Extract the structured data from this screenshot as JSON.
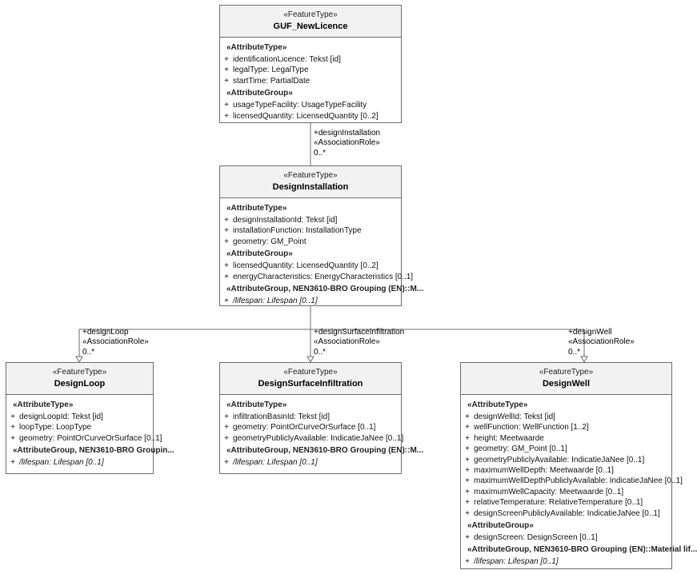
{
  "diagram": {
    "title": "UML class diagram",
    "classes": [
      {
        "id": "guf_newlicence",
        "stereotype": "«FeatureType»",
        "name": "GUF_NewLicence",
        "sections": [
          {
            "label": "«AttributeType»",
            "rows": [
              {
                "vis": "+",
                "text": "identificationLicence: Tekst [id]"
              },
              {
                "vis": "+",
                "text": "legalType: LegalType"
              },
              {
                "vis": "+",
                "text": "startTime: PartialDate"
              }
            ]
          },
          {
            "label": "«AttributeGroup»",
            "rows": [
              {
                "vis": "+",
                "text": "usageTypeFacility: UsageTypeFacility"
              },
              {
                "vis": "+",
                "text": "licensedQuantity: LicensedQuantity [0..2]"
              }
            ]
          }
        ]
      },
      {
        "id": "designinstallation",
        "stereotype": "«FeatureType»",
        "name": "DesignInstallation",
        "sections": [
          {
            "label": "«AttributeType»",
            "rows": [
              {
                "vis": "+",
                "text": "designInstallationId: Tekst [id]"
              },
              {
                "vis": "+",
                "text": "installationFunction: InstallationType"
              },
              {
                "vis": "+",
                "text": "geometry: GM_Point"
              }
            ]
          },
          {
            "label": "«AttributeGroup»",
            "rows": [
              {
                "vis": "+",
                "text": "licensedQuantity: LicensedQuantity [0..2]"
              },
              {
                "vis": "+",
                "text": "energyCharacteristics: EnergyCharacteristics [0..1]"
              }
            ]
          },
          {
            "label": "«AttributeGroup, NEN3610-BRO Grouping (EN)::M...",
            "rows": [
              {
                "vis": "+",
                "text": "/lifespan: Lifespan [0..1]",
                "italic": true
              }
            ]
          }
        ]
      },
      {
        "id": "designloop",
        "stereotype": "«FeatureType»",
        "name": "DesignLoop",
        "sections": [
          {
            "label": "«AttributeType»",
            "rows": [
              {
                "vis": "+",
                "text": "designLoopId: Tekst [id]"
              },
              {
                "vis": "+",
                "text": "loopType: LoopType"
              },
              {
                "vis": "+",
                "text": "geometry: PointOrCurveOrSurface [0..1]"
              }
            ]
          },
          {
            "label": "«AttributeGroup, NEN3610-BRO Groupin...",
            "rows": [
              {
                "vis": "+",
                "text": "/lifespan: Lifespan [0..1]",
                "italic": true
              }
            ]
          }
        ]
      },
      {
        "id": "designsurfaceinfiltration",
        "stereotype": "«FeatureType»",
        "name": "DesignSurfaceInfiltration",
        "sections": [
          {
            "label": "«AttributeType»",
            "rows": [
              {
                "vis": "+",
                "text": "infiltrationBasinId: Tekst [id]"
              },
              {
                "vis": "+",
                "text": "geometry: PointOrCurveOrSurface [0..1]"
              },
              {
                "vis": "+",
                "text": "geometryPubliclyAvailable: IndicatieJaNee [0..1]"
              }
            ]
          },
          {
            "label": "«AttributeGroup, NEN3610-BRO Grouping (EN)::M...",
            "rows": [
              {
                "vis": "+",
                "text": "/lifespan: Lifespan [0..1]",
                "italic": true
              }
            ]
          }
        ]
      },
      {
        "id": "designwell",
        "stereotype": "«FeatureType»",
        "name": "DesignWell",
        "sections": [
          {
            "label": "«AttributeType»",
            "rows": [
              {
                "vis": "+",
                "text": "designWellId: Tekst [id]"
              },
              {
                "vis": "+",
                "text": "wellFunction: WellFunction [1..2]"
              },
              {
                "vis": "+",
                "text": "height: Meetwaarde"
              },
              {
                "vis": "+",
                "text": "geometry: GM_Point [0..1]"
              },
              {
                "vis": "+",
                "text": "geometryPubliclyAvailable: IndicatieJaNee [0..1]"
              },
              {
                "vis": "+",
                "text": "maximumWellDepth: Meetwaarde [0..1]"
              },
              {
                "vis": "+",
                "text": "maximumWellDepthPubliclyAvailable: IndicatieJaNee [0..1]"
              },
              {
                "vis": "+",
                "text": "maximumWellCapacity: Meetwaarde [0..1]"
              },
              {
                "vis": "+",
                "text": "relativeTemperature: RelativeTemperature [0..1]"
              },
              {
                "vis": "+",
                "text": "designScreenPubliclyAvailable: IndicatieJaNee [0..1]"
              }
            ]
          },
          {
            "label": "«AttributeGroup»",
            "rows": [
              {
                "vis": "+",
                "text": "designScreen: DesignScreen [0..1]"
              }
            ]
          },
          {
            "label": "«AttributeGroup, NEN3610-BRO Grouping (EN)::Material lif...",
            "rows": [
              {
                "vis": "+",
                "text": "/lifespan: Lifespan [0..1]",
                "italic": true
              }
            ]
          }
        ]
      }
    ],
    "edges": [
      {
        "id": "designinstallation-edge",
        "role": "+designInstallation",
        "stereotype": "«AssociationRole»",
        "multiplicity": "0..*"
      },
      {
        "id": "designloop-edge",
        "role": "+designLoop",
        "stereotype": "«AssociationRole»",
        "multiplicity": "0..*"
      },
      {
        "id": "designsurfaceinfiltration-edge",
        "role": "+designSurfaceInfiltration",
        "stereotype": "«AssociationRole»",
        "multiplicity": "0..*"
      },
      {
        "id": "designwell-edge",
        "role": "+designWell",
        "stereotype": "«AssociationRole»",
        "multiplicity": "0..*"
      }
    ]
  }
}
